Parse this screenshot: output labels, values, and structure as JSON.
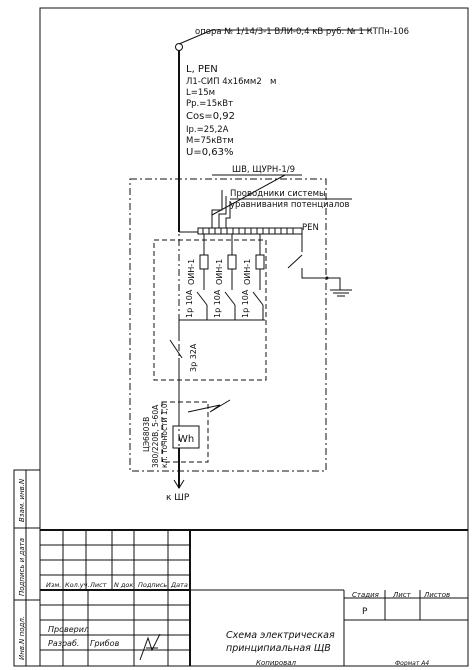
{
  "top_label": "опора  № 1/14/3-1 ВЛИ-0,4 кВ руб. № 1 КТПн-106",
  "line_params": [
    "L, PEN",
    "Л1-СИП 4х16мм2",
    "м",
    "L=15м",
    "Pp.=15кВт",
    "Cos=0,92",
    "Ip.=25,2А",
    "М=75кВтм",
    "U=0,63%"
  ],
  "panel_title": "ШВ, ЩУРН-1/9",
  "bonding_label": [
    "Проводники системы",
    "уравнивания потенциалов"
  ],
  "pen_label": "PEN",
  "oin_label": "ОИН-1",
  "breaker_labels": [
    "1р 10А",
    "1р 10А",
    "1р 10А"
  ],
  "main_breaker": "3р 32А",
  "meter_label": "Wh",
  "meter_spec": [
    "ЦЭ6803В",
    "380/220В, 5-60А",
    "кл. точности 1,0"
  ],
  "to_panel": "к ШР",
  "side_stamp": [
    "Взам. инв.N",
    "Подпись и дата",
    "Инв.N подл."
  ],
  "title_block": {
    "col_headers": [
      "Изм.",
      "Кол.уч.",
      "Лист",
      "N док.",
      "Подпись",
      "Дата"
    ],
    "role_checked": "Проверил",
    "role_drawn": "Разраб.",
    "drawn_name": "Грибов",
    "sheet_headers": [
      "Стадия",
      "Лист",
      "Листов"
    ],
    "stage": "Р",
    "title": [
      "Схема электрическая",
      "принципиальная ЩВ"
    ],
    "copied": "Копировал",
    "format": "Формат А4"
  }
}
